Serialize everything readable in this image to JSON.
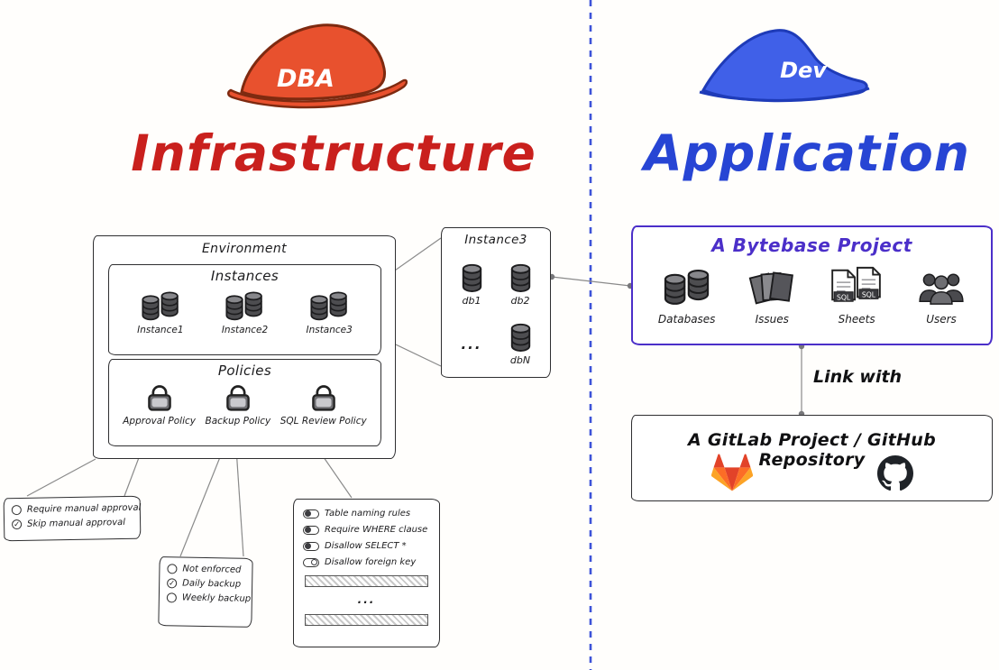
{
  "left": {
    "hat_label": "DBA",
    "title": "Infrastructure",
    "environment": {
      "label": "Environment",
      "instances": {
        "label": "Instances",
        "items": [
          "Instance1",
          "Instance2",
          "Instance3"
        ]
      },
      "policies": {
        "label": "Policies",
        "items": [
          "Approval Policy",
          "Backup Policy",
          "SQL Review Policy"
        ]
      }
    },
    "instance_detail": {
      "title": "Instance3",
      "db1": "db1",
      "db2": "db2",
      "ellipsis": "...",
      "dbn": "dbN"
    },
    "approval_popup": {
      "items": [
        {
          "label": "Require manual approval",
          "mark": ""
        },
        {
          "label": "Skip manual approval",
          "mark": "✓"
        }
      ]
    },
    "backup_popup": {
      "items": [
        {
          "label": "Not enforced",
          "mark": ""
        },
        {
          "label": "Daily backup",
          "mark": "✓"
        },
        {
          "label": "Weekly backup",
          "mark": ""
        }
      ]
    },
    "sql_review_popup": {
      "items": [
        {
          "label": "Table naming rules",
          "state": "on"
        },
        {
          "label": "Require WHERE clause",
          "state": "on"
        },
        {
          "label": "Disallow SELECT *",
          "state": "on"
        },
        {
          "label": "Disallow foreign key",
          "state": "off"
        }
      ],
      "ellipsis": "..."
    }
  },
  "right": {
    "hat_label": "Dev",
    "title": "Application",
    "bytebase_project": {
      "title": "A Bytebase Project",
      "items": [
        "Databases",
        "Issues",
        "Sheets",
        "Users"
      ],
      "sheet_tag": "SQL"
    },
    "link_label": "Link with",
    "repo_box": {
      "title": "A GitLab Project / GitHub Repository"
    }
  },
  "colors": {
    "infrastructure_red": "#c9201d",
    "dba_hat_orange": "#e8512e",
    "application_blue": "#2745d4",
    "dev_hat_blue": "#4060e8",
    "bytebase_purple": "#4b2fc9",
    "divider_blue": "#3d53d8"
  }
}
